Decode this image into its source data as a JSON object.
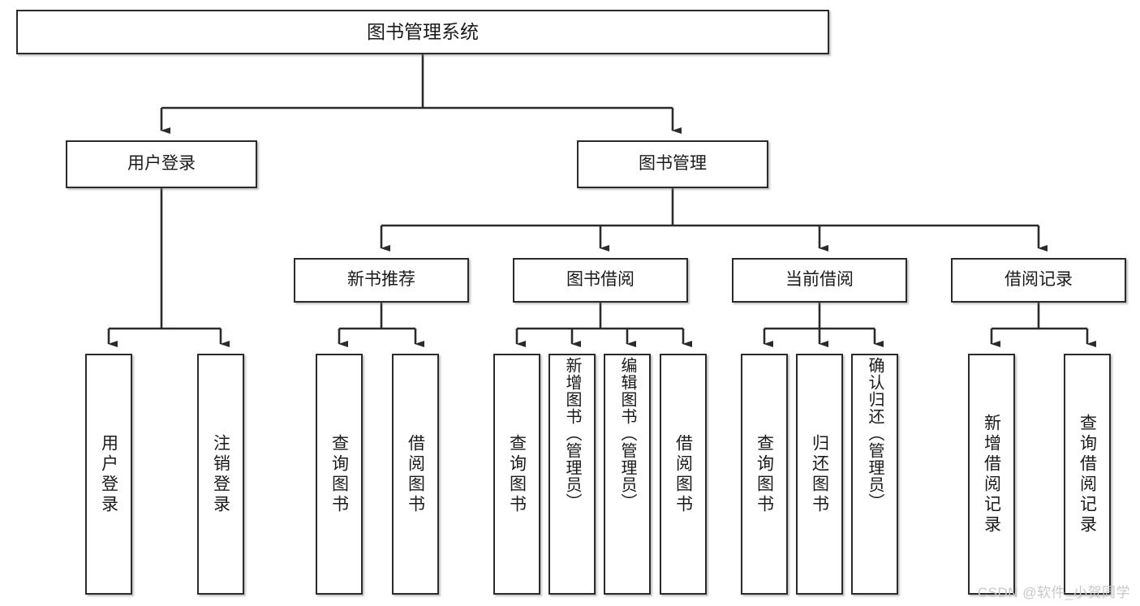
{
  "diagram": {
    "title": "图书管理系统",
    "type": "tree",
    "background": "#ffffff",
    "line_color": "#2b2b2b",
    "box_border_color": "#2b2b2b",
    "text_color": "#1a1a1a"
  },
  "root": {
    "label": "图书管理系统"
  },
  "tier2": [
    {
      "label": "用户登录"
    },
    {
      "label": "图书管理"
    }
  ],
  "tier3": [
    {
      "label": "新书推荐"
    },
    {
      "label": "图书借阅"
    },
    {
      "label": "当前借阅"
    },
    {
      "label": "借阅记录"
    }
  ],
  "leaves": {
    "user_login": [
      {
        "label": "用户登录"
      },
      {
        "label": "注销登录"
      }
    ],
    "new_book_recommend": [
      {
        "label": "查询图书"
      },
      {
        "label": "借阅图书"
      }
    ],
    "book_borrow": [
      {
        "label": "查询图书"
      },
      {
        "label": "新增图书（管理员）"
      },
      {
        "label": "编辑图书（管理员）"
      },
      {
        "label": "借阅图书"
      }
    ],
    "current_borrow": [
      {
        "label": "查询图书"
      },
      {
        "label": "归还图书"
      },
      {
        "label": "确认归还（管理员）"
      }
    ],
    "borrow_record": [
      {
        "label": "新增借阅记录"
      },
      {
        "label": "查询借阅记录"
      }
    ]
  },
  "watermark": {
    "text": "CSDN @软件_小贺同学",
    "color": "#c8c8c8"
  }
}
